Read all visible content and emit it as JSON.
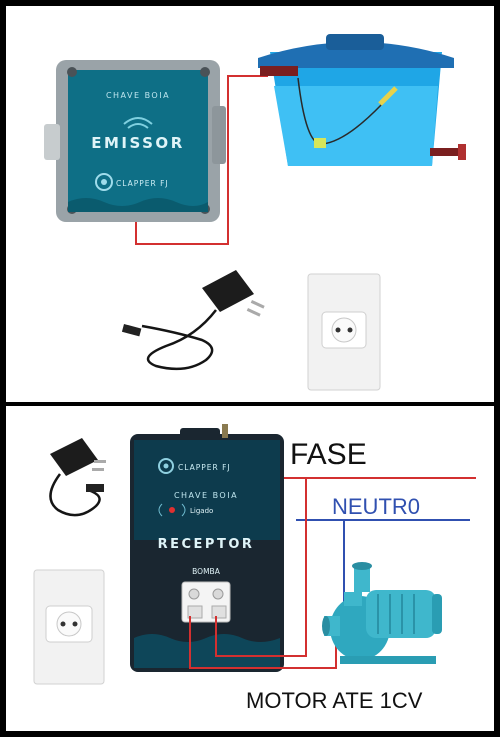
{
  "emitter": {
    "top_label": "CHAVE BOIA",
    "title": "EMISSOR",
    "brand": "CLAPPER FJ"
  },
  "receiver": {
    "brand": "CLAPPER FJ",
    "top_label": "CHAVE BOIA",
    "status": "Ligado",
    "title": "RECEPTOR",
    "output_label": "BOMBA"
  },
  "labels": {
    "phase": "FASE",
    "neutral": "NEUTR0",
    "motor": "MOTOR ATE 1CV"
  },
  "colors": {
    "device_teal": "#0e6f86",
    "device_dark": "#0a4f62",
    "tank_blue": "#1fa6e6",
    "tank_lid": "#1f6fb3",
    "phase_wire": "#d33030",
    "neutral_wire": "#3050b0",
    "pump_body": "#3fb7cc",
    "receiver_body": "#1a2630"
  }
}
